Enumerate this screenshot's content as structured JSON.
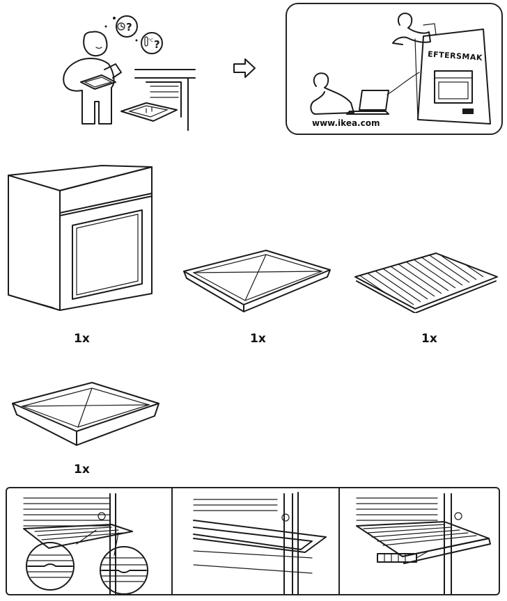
{
  "manual": {
    "website": "www.ikea.com",
    "booklet_title": "EFTERSMAK",
    "arrow_icon": "right-arrow-icon",
    "contents": [
      {
        "item": "oven",
        "quantity": "1x"
      },
      {
        "item": "shallow-baking-tray",
        "quantity": "1x"
      },
      {
        "item": "wire-rack",
        "quantity": "1x"
      },
      {
        "item": "deep-baking-tray",
        "quantity": "1x"
      }
    ]
  }
}
